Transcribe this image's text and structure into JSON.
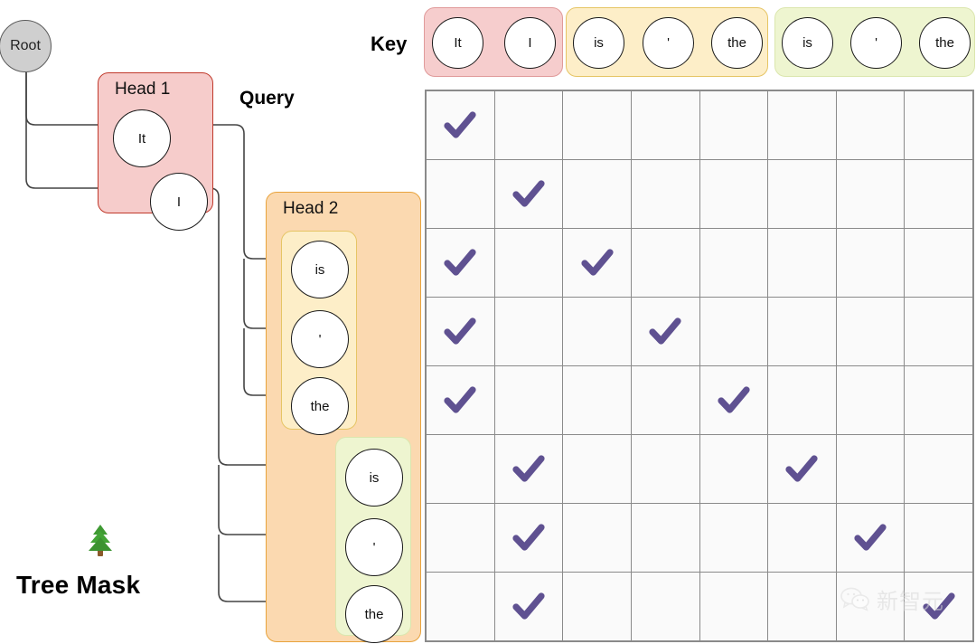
{
  "labels": {
    "key": "Key",
    "query": "Query",
    "tree_mask": "Tree Mask",
    "tree_icon": "evergreen-tree-icon"
  },
  "root": {
    "label": "Root"
  },
  "query_tree": {
    "head1": {
      "title": "Head 1",
      "color": "#f6cccb",
      "border": "#c0392b",
      "nodes": [
        {
          "label": "It",
          "depth": 0
        },
        {
          "label": "I",
          "depth": 1
        }
      ]
    },
    "head2": {
      "title": "Head 2",
      "color": "#fbd9b0",
      "border": "#e8a33d",
      "groups": [
        {
          "name": "yellow-group",
          "color": "#fdeec8",
          "border": "#e6c565",
          "nodes": [
            {
              "label": "is"
            },
            {
              "label": "'"
            },
            {
              "label": "the"
            }
          ]
        },
        {
          "name": "green-group",
          "color": "#eef5d0",
          "border": "#dbe6ae",
          "nodes": [
            {
              "label": "is"
            },
            {
              "label": "'"
            },
            {
              "label": "the"
            }
          ]
        }
      ]
    }
  },
  "key_row": {
    "groups": [
      {
        "name": "pink-key-group",
        "color": "#f6cdcd",
        "border": "#e09a9a",
        "tokens": [
          "It",
          "I"
        ]
      },
      {
        "name": "yellow-key-group",
        "color": "#fdeec8",
        "border": "#e6c565",
        "tokens": [
          "is",
          "'",
          "the"
        ]
      },
      {
        "name": "green-key-group",
        "color": "#eef5d0",
        "border": "#dbe6ae",
        "tokens": [
          "is",
          "'",
          "the"
        ]
      }
    ],
    "tokens_flat": [
      "It",
      "I",
      "is",
      "'",
      "the",
      "is",
      "'",
      "the"
    ]
  },
  "mask_matrix": {
    "check_color": "#5f5191",
    "grid_line_color": "#8a8a8a",
    "rows": 8,
    "cols": 8,
    "row_labels": [
      "It",
      "I",
      "is",
      "'",
      "the",
      "is",
      "'",
      "the"
    ],
    "col_labels": [
      "It",
      "I",
      "is",
      "'",
      "the",
      "is",
      "'",
      "the"
    ],
    "cells": [
      [
        1,
        0,
        0,
        0,
        0,
        0,
        0,
        0
      ],
      [
        0,
        1,
        0,
        0,
        0,
        0,
        0,
        0
      ],
      [
        1,
        0,
        1,
        0,
        0,
        0,
        0,
        0
      ],
      [
        1,
        0,
        0,
        1,
        0,
        0,
        0,
        0
      ],
      [
        1,
        0,
        0,
        0,
        1,
        0,
        0,
        0
      ],
      [
        0,
        1,
        0,
        0,
        0,
        1,
        0,
        0
      ],
      [
        0,
        1,
        0,
        0,
        0,
        0,
        1,
        0
      ],
      [
        0,
        1,
        0,
        0,
        0,
        0,
        0,
        1
      ]
    ]
  },
  "watermark": {
    "text": "新智元",
    "icon": "wechat-icon"
  }
}
